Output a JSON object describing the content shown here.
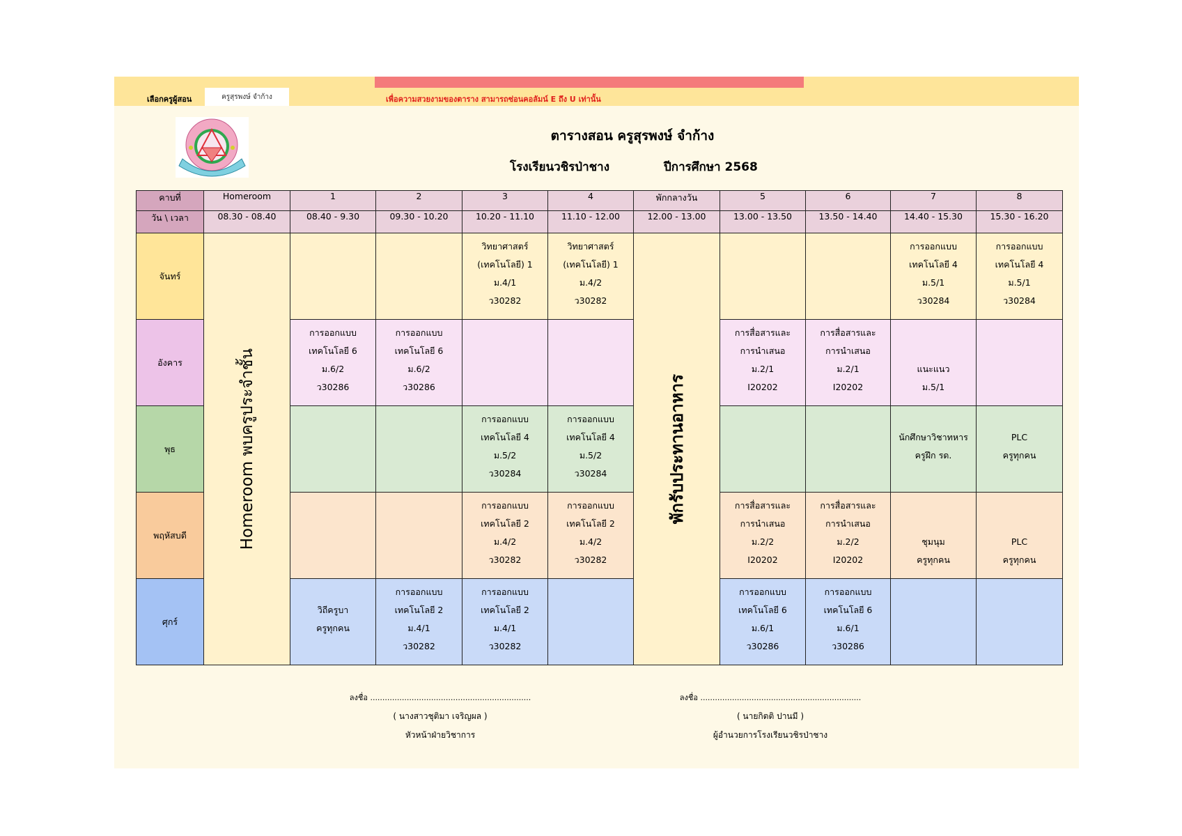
{
  "selector": {
    "label": "เลือกครูผู้สอน",
    "value": "ครูสุรพงษ์ จำก้าง"
  },
  "note": "เพื่อความสวยงามของตาราง สามารถซ่อนคอลัมน์ E ถึง U เท่านั้น",
  "colors": {
    "band": "#fee59a",
    "redbar": "#f47b7b",
    "note": "#e0201c",
    "header": "#ead1dc",
    "corner": "#d5a6bd"
  },
  "title": "ตารางสอน ครูสุรพงษ์ จำก้าง",
  "school": "โรงเรียนวชิรป่าชาง",
  "year": "ปีการศึกษา 2568",
  "table": {
    "period_header": "คาบที่",
    "time_header": "วัน \\ เวลา",
    "columns": [
      {
        "period": "Homeroom",
        "time": "08.30 - 08.40"
      },
      {
        "period": "1",
        "time": "08.40 - 9.30"
      },
      {
        "period": "2",
        "time": "09.30 - 10.20"
      },
      {
        "period": "3",
        "time": "10.20 - 11.10"
      },
      {
        "period": "4",
        "time": "11.10 - 12.00"
      },
      {
        "period": "พักกลางวัน",
        "time": "12.00 - 13.00"
      },
      {
        "period": "5",
        "time": "13.00 - 13.50"
      },
      {
        "period": "6",
        "time": "13.50 - 14.40"
      },
      {
        "period": "7",
        "time": "14.40 - 15.30"
      },
      {
        "period": "8",
        "time": "15.30 - 16.20"
      }
    ],
    "homeroom_text": "Homeroom พบครูประจำชั้น",
    "lunch_text": "พักรับประทานอาหาร",
    "days": [
      {
        "name": "จันทร์",
        "label_color": "#ffe599",
        "cell_color": "#fff2cc",
        "cells": [
          [],
          [],
          [
            "วิทยาศาสตร์",
            "(เทคโนโลยี) 1",
            "ม.4/1",
            "ว30282"
          ],
          [
            "วิทยาศาสตร์",
            "(เทคโนโลยี) 1",
            "ม.4/2",
            "ว30282"
          ],
          [],
          [],
          [
            "การออกแบบ",
            "เทคโนโลยี 4",
            "ม.5/1",
            "ว30284"
          ],
          [
            "การออกแบบ",
            "เทคโนโลยี 4",
            "ม.5/1",
            "ว30284"
          ]
        ]
      },
      {
        "name": "อังคาร",
        "label_color": "#edc3e8",
        "cell_color": "#f8e2f4",
        "cells": [
          [
            "การออกแบบ",
            "เทคโนโลยี 6",
            "ม.6/2",
            "ว30286"
          ],
          [
            "การออกแบบ",
            "เทคโนโลยี 6",
            "ม.6/2",
            "ว30286"
          ],
          [],
          [],
          [
            "การสื่อสารและ",
            "การนำเสนอ",
            "ม.2/1",
            "I20202"
          ],
          [
            "การสื่อสารและ",
            "การนำเสนอ",
            "ม.2/1",
            "I20202"
          ],
          [
            "",
            "",
            "แนะแนว",
            "ม.5/1"
          ],
          []
        ]
      },
      {
        "name": "พุธ",
        "label_color": "#b6d7a8",
        "cell_color": "#d9ead3",
        "cells": [
          [],
          [],
          [
            "การออกแบบ",
            "เทคโนโลยี 4",
            "ม.5/2",
            "ว30284"
          ],
          [
            "การออกแบบ",
            "เทคโนโลยี 4",
            "ม.5/2",
            "ว30284"
          ],
          [],
          [],
          [
            "",
            "นักศึกษาวิชาทหาร",
            "ครูฝึก รด.",
            ""
          ],
          [
            "",
            "PLC",
            "ครูทุกคน",
            ""
          ]
        ]
      },
      {
        "name": "พฤหัสบดี",
        "label_color": "#f9cb9c",
        "cell_color": "#fce5cd",
        "cells": [
          [],
          [],
          [
            "การออกแบบ",
            "เทคโนโลยี 2",
            "ม.4/2",
            "ว30282"
          ],
          [
            "การออกแบบ",
            "เทคโนโลยี 2",
            "ม.4/2",
            "ว30282"
          ],
          [
            "การสื่อสารและ",
            "การนำเสนอ",
            "ม.2/2",
            "I20202"
          ],
          [
            "การสื่อสารและ",
            "การนำเสนอ",
            "ม.2/2",
            "I20202"
          ],
          [
            "",
            "",
            "ชุมนุม",
            "ครูทุกคน"
          ],
          [
            "",
            "",
            "PLC",
            "ครูทุกคน"
          ]
        ]
      },
      {
        "name": "ศุกร์",
        "label_color": "#a4c2f4",
        "cell_color": "#c9daf8",
        "cells": [
          [
            "",
            "วิถีครูบา",
            "ครูทุกคน",
            ""
          ],
          [
            "การออกแบบ",
            "เทคโนโลยี 2",
            "ม.4/1",
            "ว30282"
          ],
          [
            "การออกแบบ",
            "เทคโนโลยี 2",
            "ม.4/1",
            "ว30282"
          ],
          [],
          [
            "การออกแบบ",
            "เทคโนโลยี 6",
            "ม.6/1",
            "ว30286"
          ],
          [
            "การออกแบบ",
            "เทคโนโลยี 6",
            "ม.6/1",
            "ว30286"
          ],
          [],
          []
        ]
      }
    ]
  },
  "signatures": [
    {
      "sign": "ลงชื่อ ..................................................................",
      "name": "( นางสาวชุติมา  เจริญผล )",
      "position": "หัวหน้าฝ่ายวิชาการ"
    },
    {
      "sign": "ลงชื่อ ..................................................................",
      "name": "( นายกิตติ   ปานมี )",
      "position": "ผู้อำนวยการโรงเรียนวชิรป่าชาง"
    }
  ]
}
